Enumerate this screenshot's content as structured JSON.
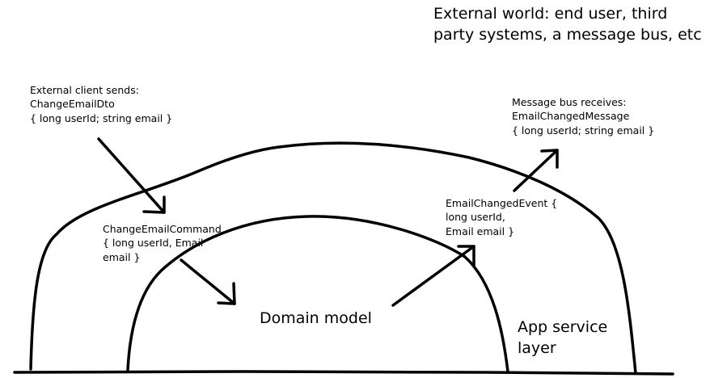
{
  "external_world": {
    "line1": "External world: end user, third",
    "line2": "party systems, a message bus, etc"
  },
  "client_sends": {
    "line1": "External client sends:",
    "line2": "ChangeEmailDto",
    "line3": "{ long userId; string email }"
  },
  "bus_receives": {
    "line1": "Message bus receives:",
    "line2": "EmailChangedMessage",
    "line3": "{ long userId; string email }"
  },
  "command": {
    "line1": "ChangeEmailCommand",
    "line2": "{ long userId, Email",
    "line3": "email }"
  },
  "event": {
    "line1": "EmailChangedEvent {",
    "line2": "long userId,",
    "line3": "Email email }"
  },
  "domain_model": {
    "label": "Domain model"
  },
  "app_service": {
    "line1": "App service",
    "line2": "layer"
  }
}
